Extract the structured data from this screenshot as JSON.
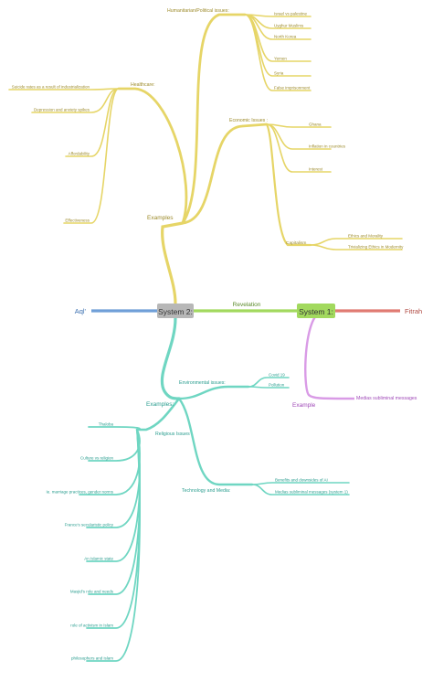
{
  "colors": {
    "yellow": "#e6d567",
    "yellowText": "#9c8a2a",
    "teal": "#6fd6c2",
    "tealText": "#2a9d8f",
    "green": "#a2d95e",
    "blue": "#6f9fd8",
    "red": "#e07a72",
    "purple": "#d99be6",
    "greyBox": "#b7b7b7"
  },
  "central": {
    "system2": "System 2:",
    "system1": "System 1:",
    "revelation": "Revelation",
    "aql": "Aql'",
    "fitrah": "Fitrah",
    "example": "Example",
    "medias": "Medias subliminal messages"
  },
  "upper": {
    "examples": "Examples",
    "humanitarian": {
      "label": "Humanitarian/Political issues:",
      "items": [
        "Israel vs palestine",
        "Uyghur Muslims",
        "North Korea",
        "Yemen",
        "Syria",
        "False imprisonment"
      ]
    },
    "healthcare": {
      "label": "Healthcare:",
      "items": [
        "Suicide rates as a result of industrialization",
        "Depression and anxiety spikes",
        "Affordability",
        "Effectiveness"
      ]
    },
    "economic": {
      "label": "Economic Issues :",
      "items": [
        "Ghana",
        "Inflation in countries",
        "Interest"
      ],
      "capitalism": "Capitalism",
      "capitalism_items": [
        "Ethics and Morality",
        "Trivializing Ethics in Modernity"
      ]
    }
  },
  "lower": {
    "examples": "Examples:",
    "environmental": {
      "label": "Environmental issues:",
      "items": [
        "Covid 19",
        "Pollution"
      ]
    },
    "religious": {
      "label": "Religious Issues",
      "items": [
        "Thaloba",
        "Culture vs religion",
        "Ie. marriage practices, gender norms",
        "France's secularistic policy",
        "An Islamic state",
        "Masjid's role and needs",
        "role of activism in Islam",
        "philosophers and islam"
      ]
    },
    "tech": {
      "label": "Technology and Media:",
      "items": [
        "Benefits and downsides of AI",
        "Medias subliminal messages (system 1)"
      ]
    }
  }
}
